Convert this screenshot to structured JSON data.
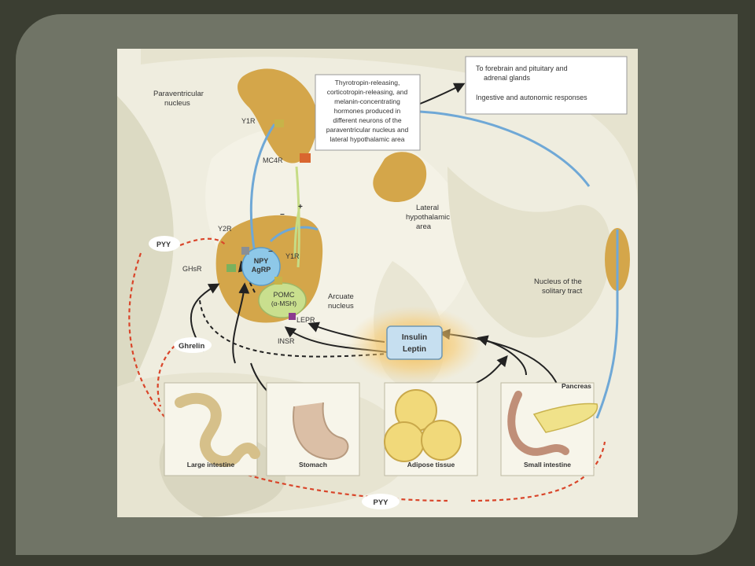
{
  "labels": {
    "paraventricular": [
      "Paraventricular",
      "nucleus"
    ],
    "hormones_box": [
      "Thyrotropin-releasing,",
      "corticotropin-releasing, and",
      "melanin-concentrating",
      "hormones produced in",
      "different neurons of the",
      "paraventricular nucleus and",
      "lateral hypothalamic area"
    ],
    "forebrain_box": [
      "To forebrain and pituitary and",
      "adrenal glands"
    ],
    "ingestive": "Ingestive and autonomic responses",
    "y1r_top": "Y1R",
    "mc4r": "MC4R",
    "lateral": [
      "Lateral",
      "hypothalamic",
      "area"
    ],
    "y2r": "Y2R",
    "pyy_top": "PYY",
    "ghsr": "GHsR",
    "npy": "NPY",
    "agrp": "AgRP",
    "y1r_arc": "Y1R",
    "pomc": "POMC",
    "msh": "(α-MSH)",
    "arcuate": [
      "Arcuate",
      "nucleus"
    ],
    "lepr": "LEPR",
    "insr": "INSR",
    "insulin": "Insulin",
    "leptin": "Leptin",
    "ghrelin": "Ghrelin",
    "nucleus_solitary": [
      "Nucleus of the",
      "solitary tract"
    ],
    "minus1": "−",
    "plus": "+",
    "minus2": "−",
    "pancreas": "Pancreas",
    "large_intestine": "Large intestine",
    "stomach": "Stomach",
    "adipose": "Adipose tissue",
    "small_intestine": "Small intestine",
    "pyy_bottom": "PYY"
  },
  "colors": {
    "slide_bg": "#3b3e32",
    "frame": "#707466",
    "nucleus_fill": "#d4a64a",
    "npy_cell": "#8ec8e8",
    "pomc_cell": "#c9df8e",
    "inhibitory_path": "#d9452a",
    "neural_path": "#6fa8d6"
  }
}
